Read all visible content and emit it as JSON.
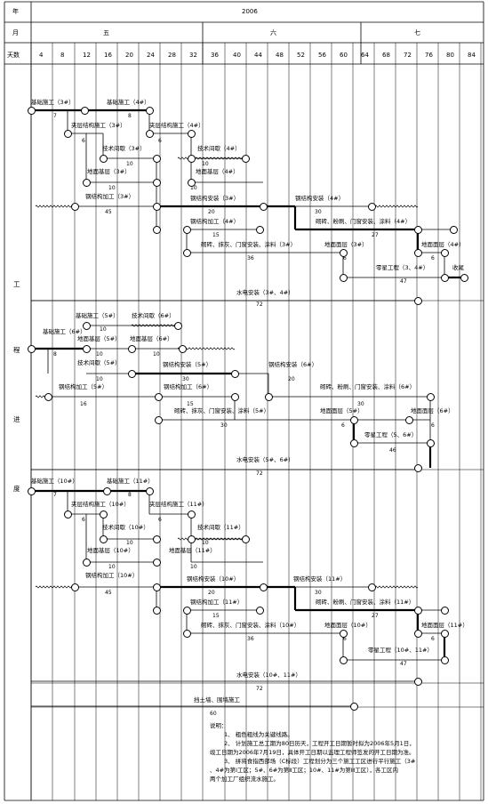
{
  "header": {
    "year_label": "年",
    "year_value": "2006",
    "month_label": "月",
    "months": [
      "五",
      "六",
      "七"
    ],
    "days_label": "天数",
    "days": [
      "4",
      "8",
      "12",
      "16",
      "20",
      "24",
      "28",
      "32",
      "36",
      "40",
      "44",
      "48",
      "52",
      "56",
      "60",
      "64",
      "68",
      "72",
      "76",
      "80",
      "84"
    ]
  },
  "side_labels": [
    "工",
    "程",
    "进",
    "度"
  ],
  "sections": [
    {
      "labels": [
        "基础施工（3#）",
        "基础施工（4#）",
        "夹层结构施工（3#）",
        "夹层结构施工（4#）",
        "技术间歇（3#）",
        "技术间歇（4#）",
        "地面基层（3#）",
        "地面基层（4#）",
        "钢结构加工（3#）",
        "钢结构安装（3#）",
        "钢结构安装（4#）",
        "钢结构加工（4#）",
        "砌砖、粉刷、门窗安装、涂料（4#）",
        "砌砖、抹灰、门窗安装、涂料（3#）",
        "地面面层（3#）",
        "地面面层（4#）",
        "零星工程（3、4#）",
        "收尾",
        "水电安装（3#、4#）"
      ],
      "durations": [
        "7",
        "8",
        "6",
        "6",
        "10",
        "10",
        "10",
        "10",
        "45",
        "20",
        "30",
        "15",
        "27",
        "36",
        "6",
        "6",
        "47",
        "72"
      ]
    },
    {
      "labels": [
        "基础施工（5#）",
        "技术间歇（6#）",
        "基础施工（6#）",
        "地面基层（5#）",
        "地面基层（6#）",
        "技术间歇（5#）",
        "钢结构安装（5#）",
        "钢结构安装（6#）",
        "钢结构加工（5#）",
        "钢结构加工（6#）",
        "砌砖、粉刷、门窗安装、涂料（6#）",
        "砌砖、抹灰、门窗安装、涂料（5#）",
        "地面面层（5#）",
        "地面面层（6#）",
        "零星工程（5、6#）",
        "水电安装（5#、6#）"
      ],
      "durations": [
        "10",
        "8",
        "10",
        "10",
        "10",
        "30",
        "20",
        "16",
        "15",
        "30",
        "30",
        "6",
        "6",
        "46",
        "72"
      ]
    },
    {
      "labels": [
        "基础施工（10#）",
        "基础施工（11#）",
        "夹层结构施工（10#）",
        "夹层结构施工（11#）",
        "技术间歇（10#）",
        "技术间歇（11#）",
        "地面基层（10#）",
        "地面基层（11#）",
        "钢结构加工（10#）",
        "钢结构安装（10#）",
        "钢结构安装（11#）",
        "钢结构加工（11#）",
        "砌砖、粉刷、门窗安装、涂料（11#）",
        "砌砖、抹灰、门窗安装、涂料（10#）",
        "地面面层（10#）",
        "地面面层（11#）",
        "零星工程（10#、11#）",
        "水电安装（10#、11#）"
      ],
      "durations": [
        "7",
        "8",
        "6",
        "6",
        "10",
        "10",
        "10",
        "10",
        "45",
        "20",
        "30",
        "15",
        "27",
        "36",
        "6",
        "6",
        "47",
        "72"
      ]
    }
  ],
  "wall": {
    "label": "挡土墙、围墙施工",
    "duration": "60"
  },
  "notes": {
    "title": "说明：",
    "lines": [
      "1、 粗色粗线为关键线路。",
      "2、 计划施工总工期为80日历天，工程开工日期暂时拟为2006年5月1日，",
      "竣工日期为2006年7月19日，具体开工日期以监理工程师签发的开工日期为准。",
      "3、 拼将食指西部场（C标段）工程划分为三个施工工区进行平行施工（3#",
      "、4#为第Ⅰ工区；5#、6#为第Ⅱ工区；10#、11#为第Ⅲ工区），各工区内",
      "两个加工厂组织流水施工。"
    ]
  }
}
